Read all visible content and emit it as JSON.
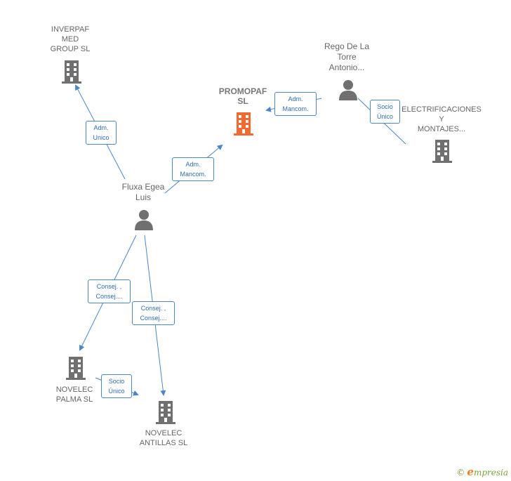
{
  "colors": {
    "company": "#707070",
    "focus_company": "#f26a30",
    "person": "#707070",
    "edge": "#4a86c8",
    "label_text": "#666666"
  },
  "nodes": {
    "inverpaf": {
      "type": "company",
      "lines": [
        "INVERPAF",
        "MED",
        "GROUP  SL"
      ]
    },
    "promopaf": {
      "type": "company-focus",
      "lines": [
        "PROMOPAF",
        "SL"
      ]
    },
    "rego": {
      "type": "person",
      "lines": [
        "Rego De La",
        "Torre",
        "Antonio..."
      ]
    },
    "electrificaciones": {
      "type": "company",
      "lines": [
        "ELECTRIFICACIONES",
        "Y",
        "MONTAJES..."
      ]
    },
    "fluxa": {
      "type": "person",
      "lines": [
        "Fluxa Egea",
        "Luis"
      ]
    },
    "novelec_palma": {
      "type": "company",
      "lines": [
        "NOVELEC",
        "PALMA  SL"
      ]
    },
    "novelec_antillas": {
      "type": "company",
      "lines": [
        "NOVELEC",
        "ANTILLAS  SL"
      ]
    }
  },
  "edges": {
    "fluxa_inverpaf": [
      "Adm.",
      "Unico"
    ],
    "fluxa_promopaf": [
      "Adm.",
      "Mancom."
    ],
    "rego_promopaf": [
      "Adm.",
      "Mancom."
    ],
    "rego_electrificaciones": [
      "Socio",
      "Único"
    ],
    "fluxa_palma": [
      "Consej. ,",
      "Consej...."
    ],
    "fluxa_antillas": [
      "Consej. ,",
      "Consej...."
    ],
    "palma_antillas": [
      "Socio",
      "Único"
    ]
  },
  "brand": {
    "copyright": "©",
    "initial": "e",
    "name": "mpresia"
  }
}
